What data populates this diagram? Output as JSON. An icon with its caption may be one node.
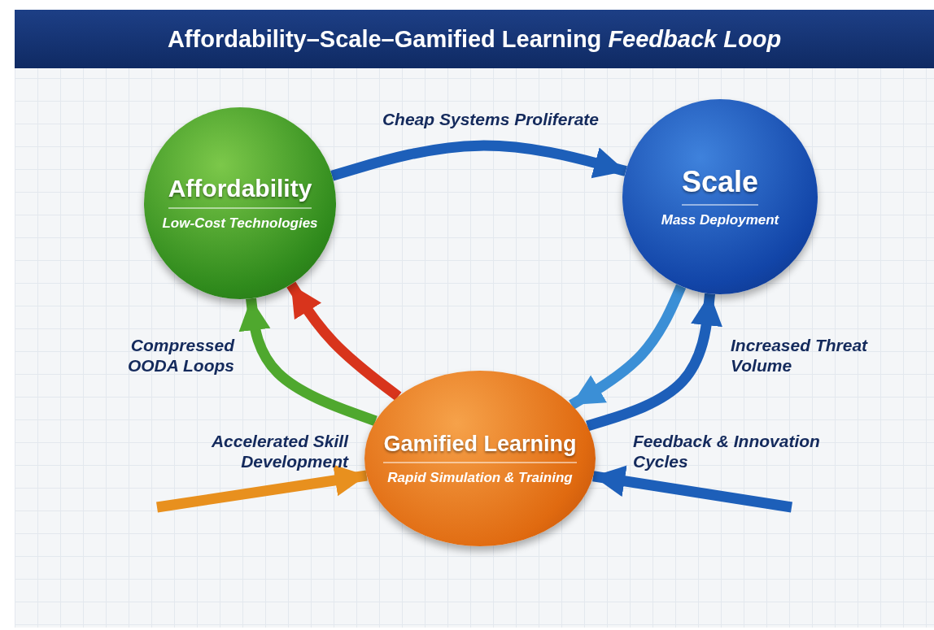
{
  "diagram": {
    "title": "Affordability–Scale–Gamified Learning *Feedback Loop*",
    "nodes": [
      {
        "text": [
          "Affordability",
          "Low-Cost Technologies"
        ]
      },
      {
        "text": [
          "Scale",
          "Mass Deployment"
        ]
      },
      {
        "text": [
          "Gamified Learning",
          "Rapid Simulation & Training"
        ]
      }
    ],
    "edges": [
      {
        "from": 0,
        "to": 1,
        "arrow": "to",
        "label": "Cheap Systems Proliferate"
      },
      {
        "from": 2,
        "to": 0,
        "arrow": "to",
        "label": "Compressed OODA Loops",
        "color": "#4fa82e"
      },
      {
        "from": 2,
        "to": 0,
        "arrow": "to",
        "color": "#d8341c"
      },
      {
        "from": 1,
        "to": 2,
        "arrow": "to",
        "color": "#3b8fd6"
      },
      {
        "from": 2,
        "to": 1,
        "arrow": "to",
        "label": "Increased Threat Volume"
      },
      {
        "from": null,
        "to": 2,
        "arrow": "to",
        "label": "Accelerated Skill Development",
        "color": "#e8901e"
      },
      {
        "from": null,
        "to": 2,
        "arrow": "to",
        "label": "Feedback & Innovation Cycles"
      }
    ]
  }
}
